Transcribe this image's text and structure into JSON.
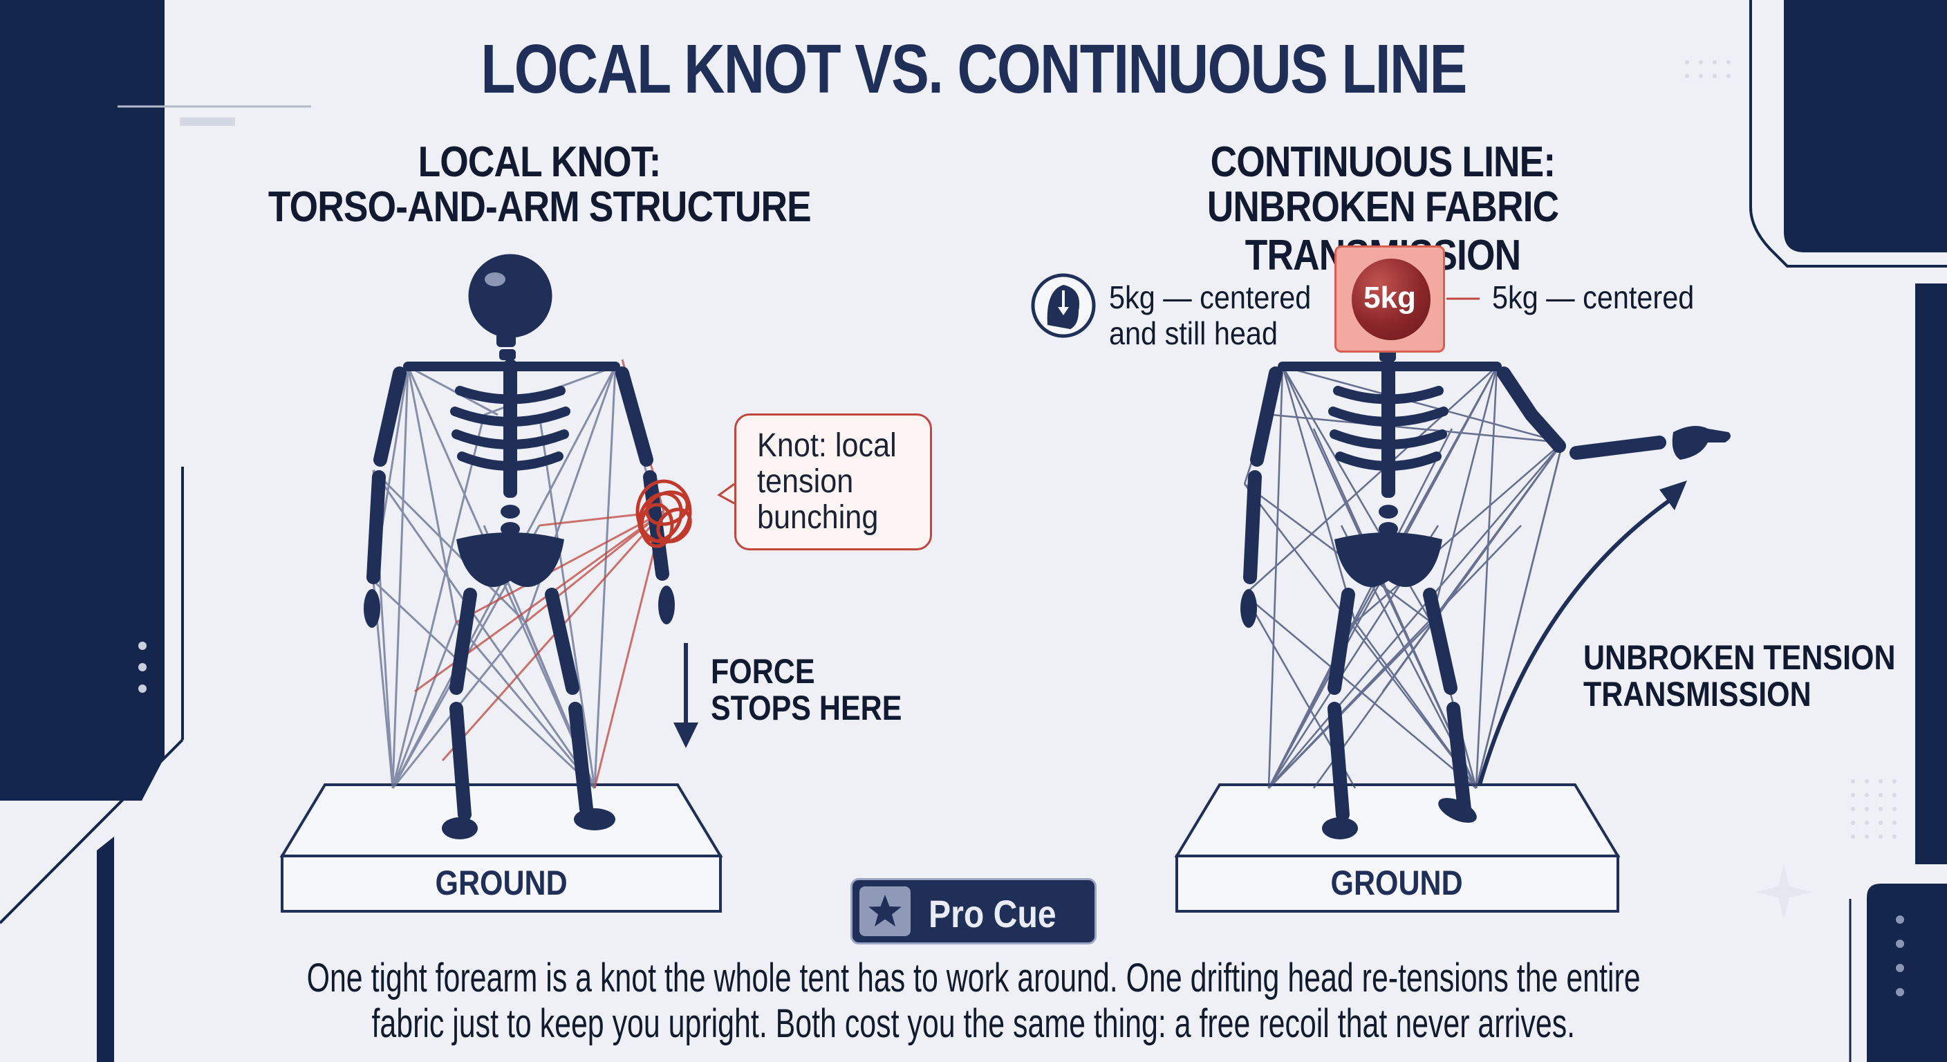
{
  "title": "LOCAL KNOT VS. CONTINUOUS LINE",
  "left_panel": {
    "title_line1": "LOCAL KNOT:",
    "title_line2": "TORSO-AND-ARM STRUCTURE",
    "knot_callout": [
      "Knot: local",
      "tension",
      "bunching"
    ],
    "force_label": [
      "FORCE",
      "STOPS HERE"
    ],
    "ground_label": "GROUND"
  },
  "right_panel": {
    "title_line1": "CONTINUOUS LINE:",
    "title_line2": "UNBROKEN FABRIC TRANSMISSION",
    "head_note_left": [
      "5kg — centered",
      "and still head"
    ],
    "weight_badge": "5kg",
    "head_note_right": "5kg — centered",
    "tension_label": [
      "UNBROKEN TENSION",
      "TRANSMISSION"
    ],
    "ground_label": "GROUND"
  },
  "pro_cue": {
    "label": "Pro Cue",
    "icon": "star-icon"
  },
  "body_text": [
    "One tight forearm is a knot the whole tent has to work around. One drifting head re-tensions the entire",
    "fabric just to keep you upright. Both cost you the same thing: a free recoil that never arrives."
  ],
  "colors": {
    "navy": "#1f2f58",
    "dark_navy": "#15264d",
    "knot_red": "#c0392b",
    "background": "#eef0f5",
    "badge_fill": "#f2a99f"
  }
}
